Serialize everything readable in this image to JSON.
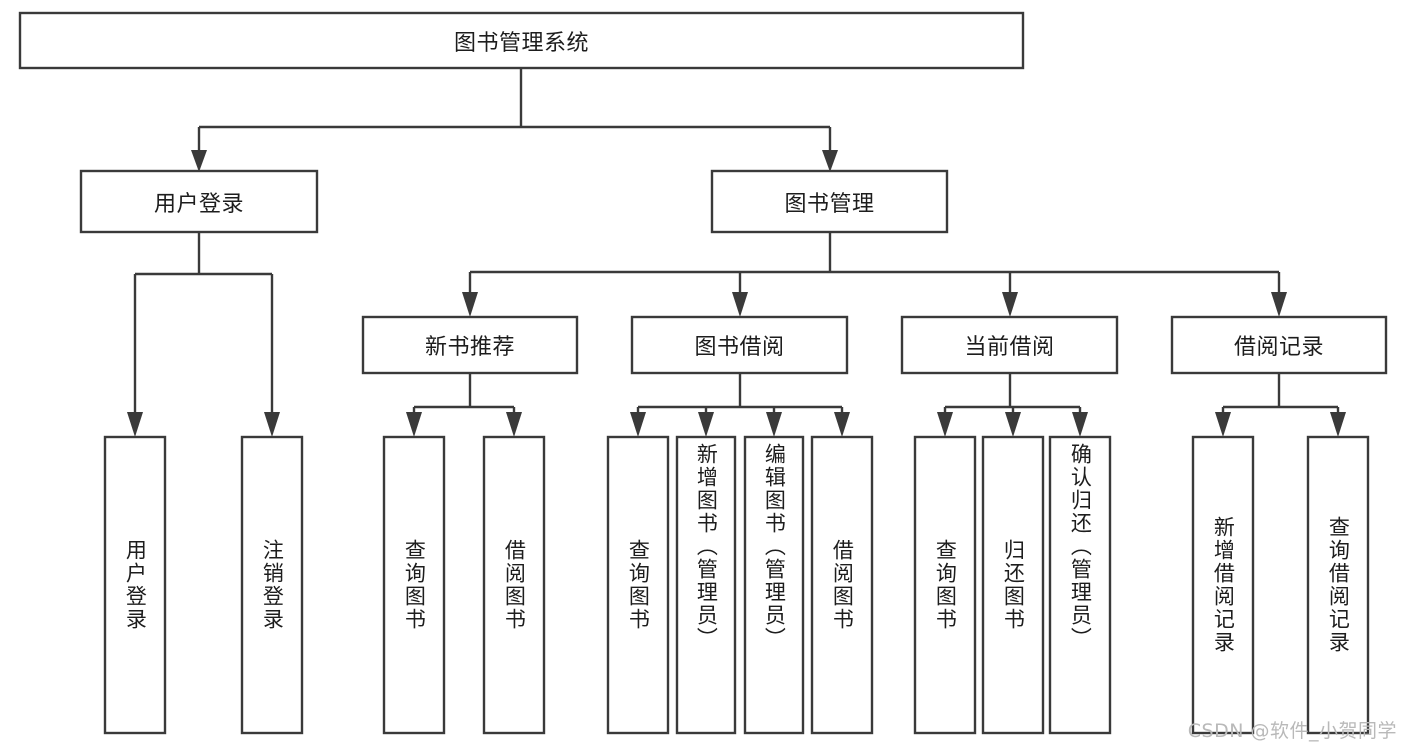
{
  "diagram": {
    "type": "tree-hierarchy",
    "title": "图书管理系统",
    "watermark": "CSDN @软件_小贺同学",
    "theme": {
      "background": "#ffffff",
      "box_fill": "#ffffff",
      "box_stroke": "#3a3a3a",
      "text_color": "#1d1d1d",
      "watermark_color": "#b9b9b9"
    },
    "nodes": {
      "root": {
        "label": "图书管理系统",
        "orientation": "horizontal"
      },
      "level2": [
        {
          "label": "用户登录",
          "orientation": "horizontal"
        },
        {
          "label": "图书管理",
          "orientation": "horizontal"
        }
      ],
      "level3": [
        {
          "label": "新书推荐",
          "orientation": "horizontal"
        },
        {
          "label": "图书借阅",
          "orientation": "horizontal"
        },
        {
          "label": "当前借阅",
          "orientation": "horizontal"
        },
        {
          "label": "借阅记录",
          "orientation": "horizontal"
        }
      ],
      "leaves_user_login": [
        {
          "label": "用户登录",
          "orientation": "vertical"
        },
        {
          "label": "注销登录",
          "orientation": "vertical"
        }
      ],
      "leaves_new_book": [
        {
          "label": "查询图书",
          "orientation": "vertical"
        },
        {
          "label": "借阅图书",
          "orientation": "vertical"
        }
      ],
      "leaves_book_borrow": [
        {
          "label": "查询图书",
          "orientation": "vertical"
        },
        {
          "label": "新增图书（管理员）",
          "orientation": "vertical"
        },
        {
          "label": "编辑图书（管理员）",
          "orientation": "vertical"
        },
        {
          "label": "借阅图书",
          "orientation": "vertical"
        }
      ],
      "leaves_current_borrow": [
        {
          "label": "查询图书",
          "orientation": "vertical"
        },
        {
          "label": "归还图书",
          "orientation": "vertical"
        },
        {
          "label": "确认归还（管理员）",
          "orientation": "vertical"
        }
      ],
      "leaves_borrow_record": [
        {
          "label": "新增借阅记录",
          "orientation": "vertical"
        },
        {
          "label": "查询借阅记录",
          "orientation": "vertical"
        }
      ]
    }
  }
}
